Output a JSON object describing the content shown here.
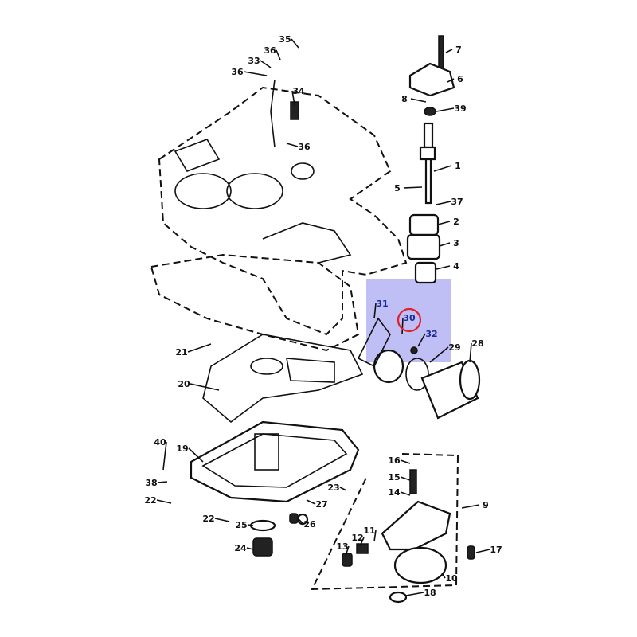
{
  "diagram": {
    "highlight_color": "#b4b4f4",
    "marker_color": "#e0202a",
    "highlighted_part": "30",
    "callouts": [
      "35",
      "36",
      "33",
      "36",
      "34",
      "36",
      "7",
      "6",
      "8",
      "39",
      "1",
      "5",
      "37",
      "2",
      "3",
      "4",
      "31",
      "30",
      "32",
      "29",
      "28",
      "21",
      "20",
      "19",
      "40",
      "38",
      "22",
      "22",
      "25",
      "24",
      "26",
      "27",
      "23",
      "16",
      "15",
      "14",
      "9",
      "11",
      "12",
      "13",
      "17",
      "10",
      "18"
    ]
  }
}
